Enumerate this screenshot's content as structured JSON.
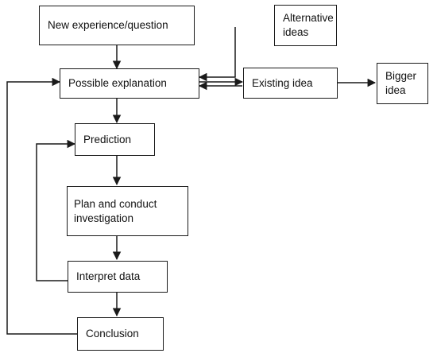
{
  "nodes": {
    "new_experience": "New experience/question",
    "alternative_ideas": "Alternative\nideas",
    "possible_explanation": "Possible explanation",
    "existing_idea": "Existing idea",
    "bigger_idea": "Bigger\nidea",
    "prediction": "Prediction",
    "plan_investigation": "Plan and conduct\ninvestigation",
    "interpret_data": "Interpret data",
    "conclusion": "Conclusion"
  },
  "colors": {
    "stroke": "#1a1a1a",
    "fill": "#ffffff",
    "text": "#111111"
  }
}
